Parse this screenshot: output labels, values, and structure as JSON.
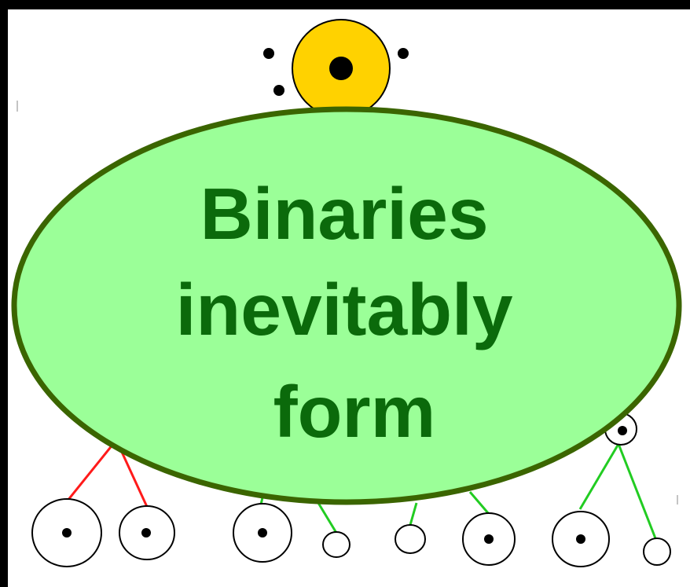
{
  "callout": {
    "lines": [
      "Binaries",
      "inevitably",
      "form"
    ]
  },
  "colors": {
    "frame": "#000000",
    "background": "#ffffff",
    "central_star_fill": "#ffd200",
    "callout_fill": "#9bff98",
    "callout_stroke": "#3b6500",
    "callout_text": "#0b6a0b",
    "red_edges": "#ff1a1a",
    "green_edges": "#22cc22",
    "star_outline": "#000000"
  }
}
